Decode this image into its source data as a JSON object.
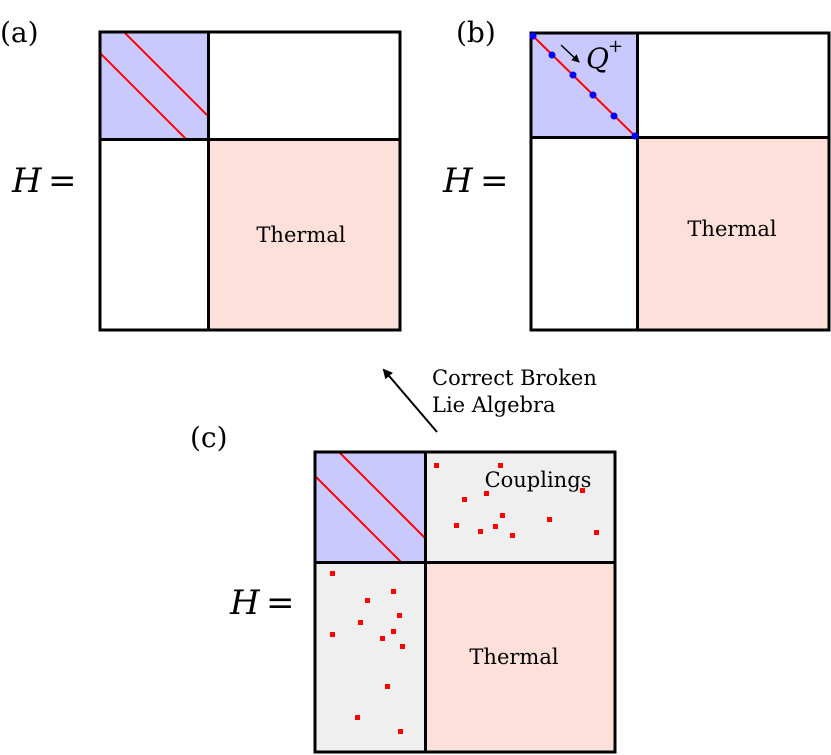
{
  "colors": {
    "scar_block": "#c9c9ff",
    "thermal_block": "#fde0da",
    "coupling_block": "#efefef",
    "red": "#ff0000",
    "blue": "#0000ff",
    "border": "#000000"
  },
  "panel_a": {
    "label": "(a)",
    "h_symbol": "H",
    "equals": "=",
    "thermal_label": "Thermal"
  },
  "panel_b": {
    "label": "(b)",
    "h_symbol": "H",
    "equals": "=",
    "thermal_label": "Thermal",
    "q_symbol": "Q",
    "q_superscript": "+"
  },
  "panel_c": {
    "label": "(c)",
    "h_symbol": "H",
    "equals": "=",
    "thermal_label": "Thermal",
    "couplings_label": "Couplings"
  },
  "arrow_annotation": {
    "line1": "Correct Broken",
    "line2": "Lie Algebra"
  }
}
